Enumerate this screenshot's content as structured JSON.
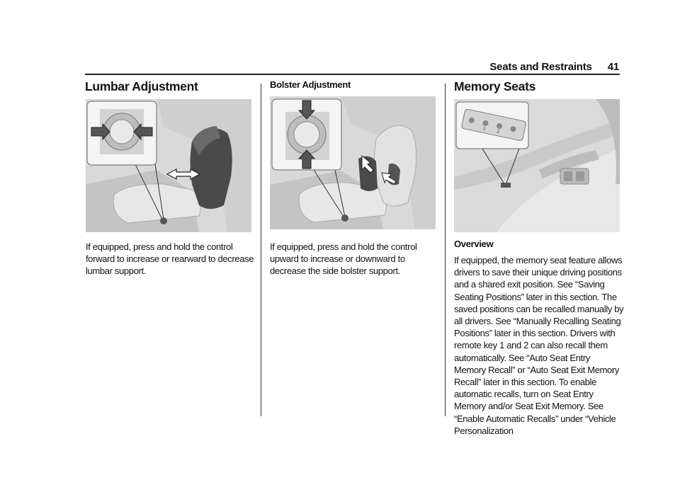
{
  "header": {
    "section_title": "Seats and Restraints",
    "page_number": "41"
  },
  "col1": {
    "heading": "Lumbar Adjustment",
    "figure_icon": "lumbar-control-illustration",
    "paragraph": "If equipped, press and hold the control forward to increase or rearward to decrease lumbar support."
  },
  "col2": {
    "heading": "Bolster Adjustment",
    "figure_icon": "bolster-control-illustration",
    "paragraph": "If equipped, press and hold the control upward to increase or downward to decrease the side bolster support."
  },
  "col3": {
    "heading": "Memory Seats",
    "figure_icon": "memory-seat-buttons-illustration",
    "figure_button_labels": [
      "1",
      "2"
    ],
    "subheading": "Overview",
    "paragraph": "If equipped, the memory seat feature allows drivers to save their unique driving positions and a shared exit position. See “Saving Seating Positions” later in this section. The saved positions can be recalled manually by all drivers. See “Manually Recalling Seating Positions” later in this section. Drivers with remote key 1 and 2 can also recall them automatically. See “Auto Seat Entry Memory Recall” or “Auto Seat Exit Memory Recall” later in this section. To enable automatic recalls, turn on Seat Entry Memory and/or Seat Exit Memory. See “Enable Automatic Recalls” under “Vehicle Personalization"
  }
}
